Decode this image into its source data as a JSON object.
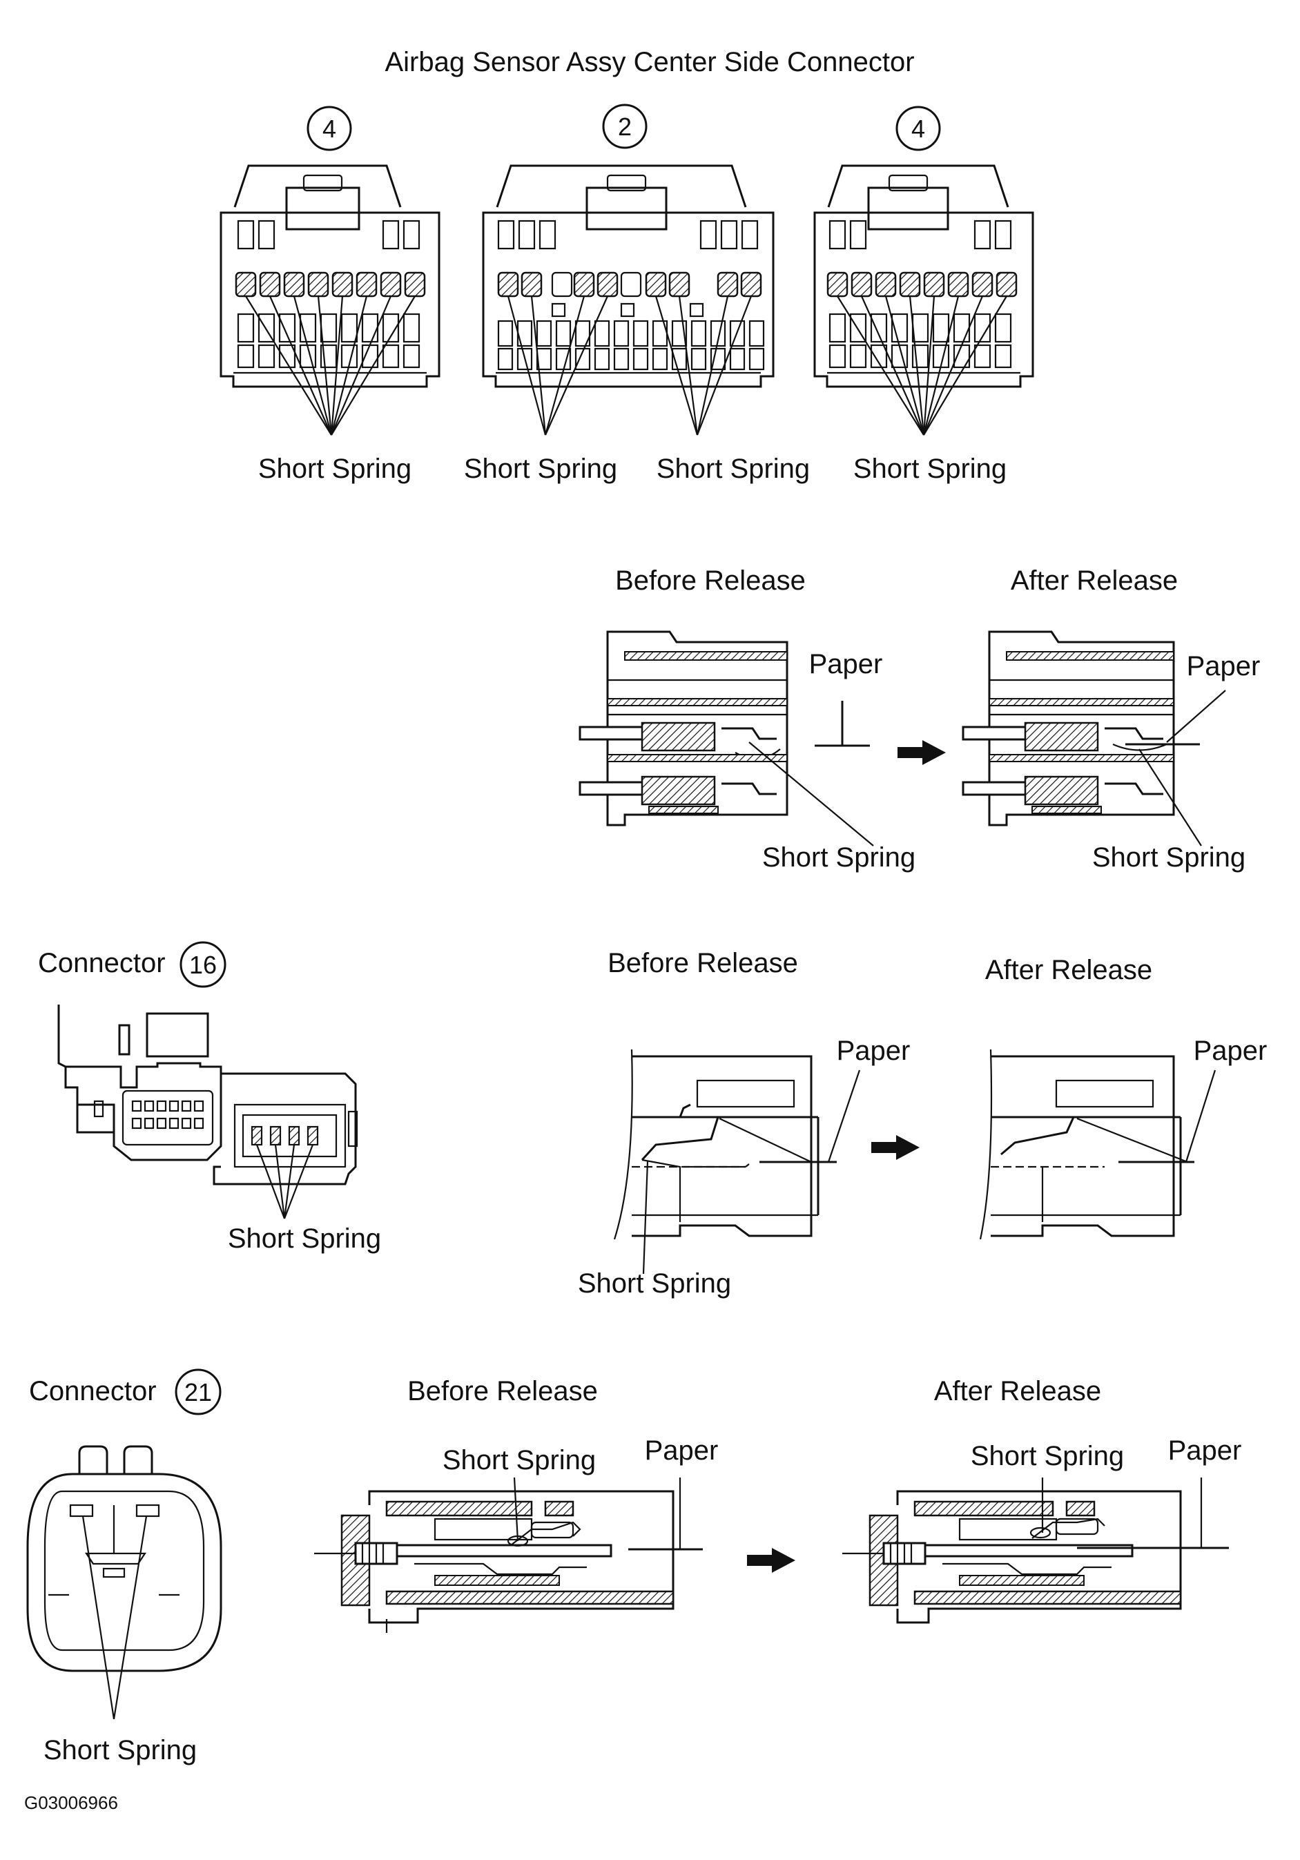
{
  "title": "Airbag Sensor Assy Center Side Connector",
  "connector_numbers": {
    "left": "4",
    "center": "2",
    "right": "4"
  },
  "labels": {
    "short_spring": "Short Spring",
    "paper": "Paper",
    "before_release": "Before Release",
    "after_release": "After Release"
  },
  "connector_16": {
    "label": "Connector",
    "number": "16"
  },
  "connector_21": {
    "label": "Connector",
    "number": "21"
  },
  "figure_id": "G03006966"
}
